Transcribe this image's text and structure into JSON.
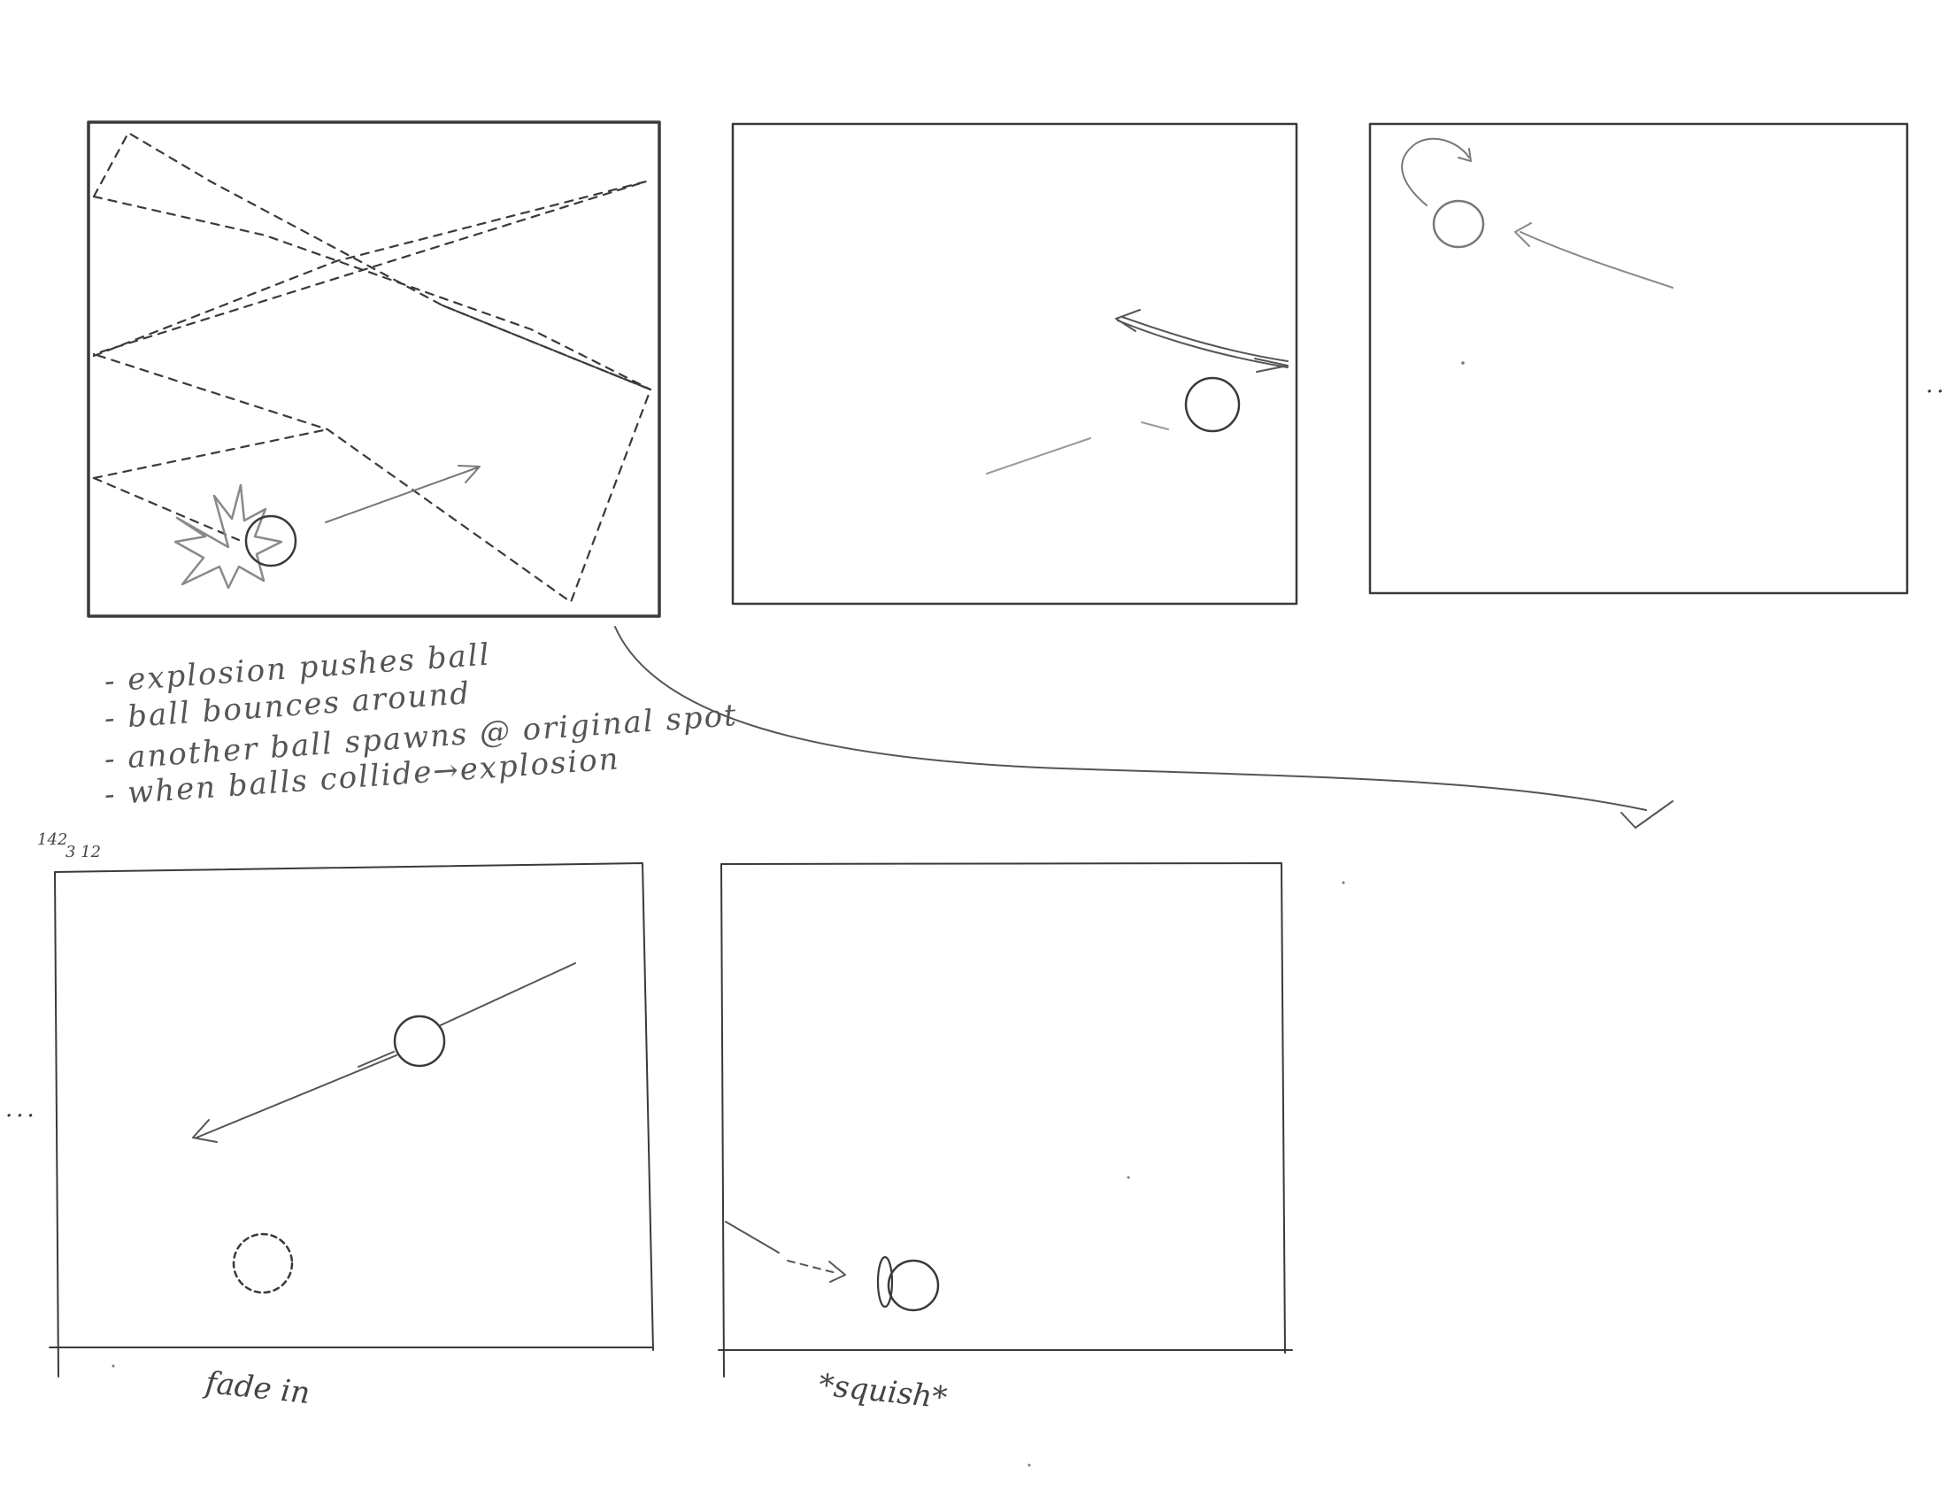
{
  "notes": [
    "- explosion pushes ball",
    "- ball bounces around",
    "- another ball spawns @ original spot",
    "- when balls collide→explosion"
  ],
  "frame_number": {
    "top": "142",
    "bottom": "3 12"
  },
  "captions": {
    "frame4": "fade in",
    "frame5": "*squish*"
  },
  "continuation": {
    "left": "...",
    "right": ".."
  },
  "colors": {
    "pencil": "#3a3a3a",
    "pencil_light": "#8a8a8a",
    "paper": "#ffffff"
  }
}
